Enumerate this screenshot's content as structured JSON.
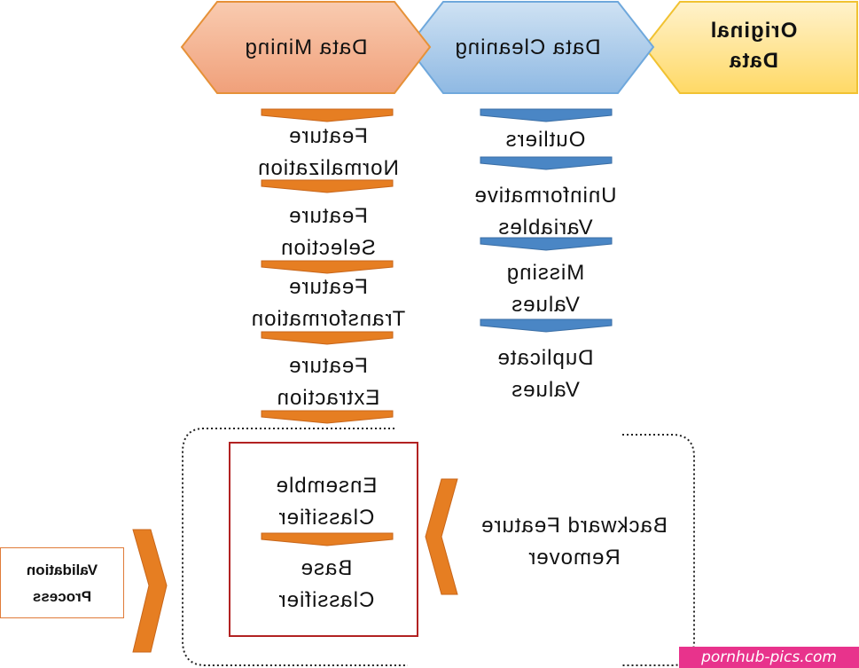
{
  "stages": {
    "original": {
      "line1": "Original",
      "line2": "Data"
    },
    "cleaning": "Data Cleaning",
    "mining": "Data Mining"
  },
  "cleaning_steps": [
    {
      "line1": "Outliers",
      "line2": ""
    },
    {
      "line1": "Uninformative",
      "line2": "Variables"
    },
    {
      "line1": "Missing",
      "line2": "Values"
    },
    {
      "line1": "Duplicate",
      "line2": "Values"
    }
  ],
  "mining_steps": [
    {
      "line1": "Feature",
      "line2": "Normalization"
    },
    {
      "line1": "Feature",
      "line2": "Selection"
    },
    {
      "line1": "Feature",
      "line2": "Transformation"
    },
    {
      "line1": "Feature",
      "line2": "Extraction"
    }
  ],
  "classifier": {
    "ensemble": {
      "line1": "Ensemble",
      "line2": "Classifier"
    },
    "base": {
      "line1": "Base",
      "line2": "Classifier"
    }
  },
  "remover": {
    "line1": "Backward Feature",
    "line2": "Remover"
  },
  "validation": {
    "line1": "Validation",
    "line2": "Process"
  },
  "watermark": "pornhub-pics.com",
  "colors": {
    "original_fill": "#ffd966",
    "original_stroke": "#f1c232",
    "cleaning_fill": "#9fc5e8",
    "cleaning_stroke": "#6fa8dc",
    "mining_fill": "#f4a582",
    "mining_stroke": "#e69138",
    "blue_chevron": "#4a86c5",
    "orange_chevron": "#e67e22",
    "classifier_border": "#b22222",
    "watermark_bg": "#e8338c"
  }
}
